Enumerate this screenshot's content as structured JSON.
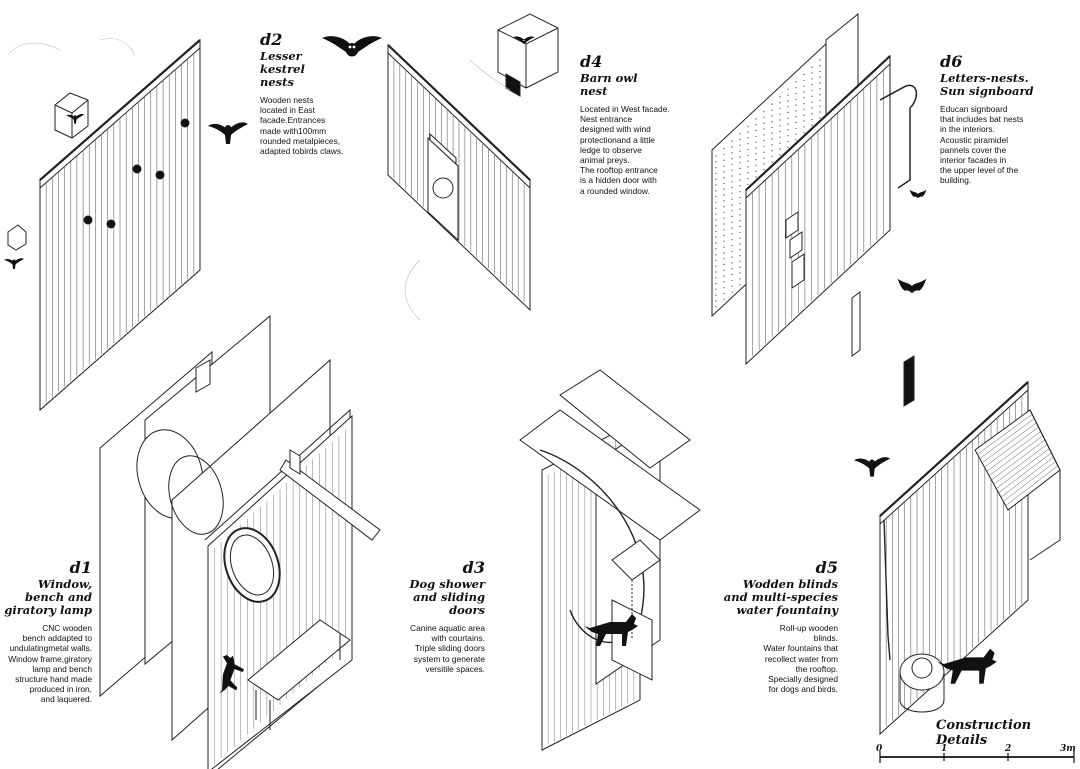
{
  "details": [
    {
      "id": "d2",
      "code": "d2",
      "title": "Lesser\nkestrel\nnests",
      "desc": "Wooden nests\nlocated in East\nfacade.Entrances\nmade with100mm\nrounded metalpieces,\nadapted tobirds claws."
    },
    {
      "id": "d4",
      "code": "d4",
      "title": "Barn owl\nnest",
      "desc": "Located in West facade.\nNest entrance\ndesigned with wind\nprotectionand a little\nledge to observe\nanimal preys.\nThe rooftop entrance\nis a hidden door with\na rounded window."
    },
    {
      "id": "d6",
      "code": "d6",
      "title": "Letters-nests.\nSun signboard",
      "desc": "Educan signboard\nthat includes bat nests\nin the interiors.\nAcoustic piramidel\npannels cover the\ninterior facades in\nthe upper level of the\nbuilding."
    },
    {
      "id": "d1",
      "code": "d1",
      "title": "Window,\nbench and\ngiratory lamp",
      "desc": "CNC wooden\nbench addapted to\nundulatingmetal walls.\nWindow frame,giratory\nlamp and bench\nstructure hand made\nproduced in iron,\nand laquered."
    },
    {
      "id": "d3",
      "code": "d3",
      "title": "Dog shower\nand sliding\ndoors",
      "desc": "Canine aquatic area\nwith courtains.\nTriple sliding doors\nsystem to generate\nversitile spaces."
    },
    {
      "id": "d5",
      "code": "d5",
      "title": "Wodden blinds\nand multi-species\nwater fountainy",
      "desc": "Roll-up wooden\nblinds.\nWater fountains that\nrecollect water from\nthe rooftop.\nSpecially designed\nfor dogs and birds."
    }
  ],
  "footer": {
    "title": "Construction Details"
  },
  "scale": {
    "ticks": [
      "0",
      "1",
      "2",
      "3m"
    ]
  },
  "icons": {
    "bird": "bird-icon",
    "owl": "owl-icon",
    "dog": "dog-icon",
    "bat": "bat-icon"
  },
  "colors": {
    "ink": "#111111",
    "line": "#222222",
    "paper": "#ffffff"
  }
}
